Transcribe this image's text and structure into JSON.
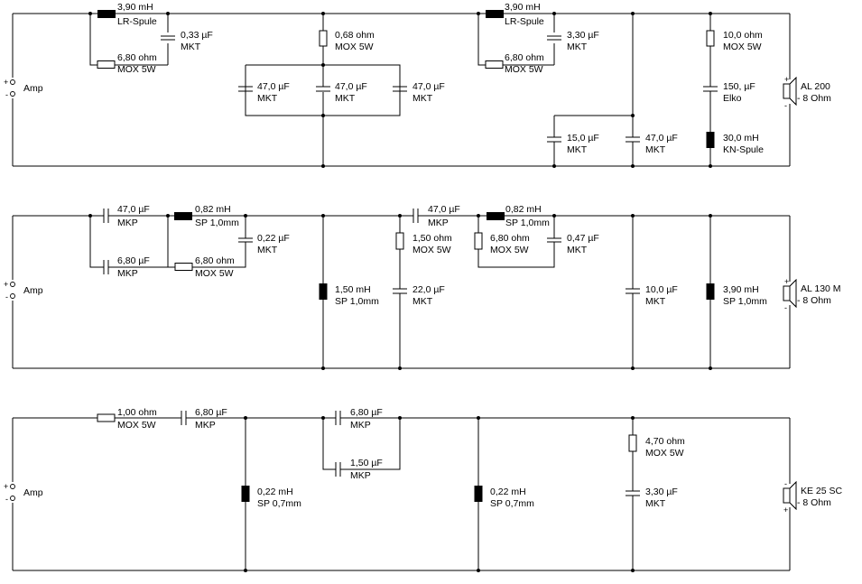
{
  "circuit1": {
    "amp": "Amp",
    "plus": "+",
    "minus": "-",
    "l1": {
      "value": "3,90 mH",
      "type": "LR-Spule"
    },
    "r1": {
      "value": "6,80 ohm",
      "type": "MOX 5W"
    },
    "c1": {
      "value": "0,33 µF",
      "type": "MKT"
    },
    "r2": {
      "value": "0,68 ohm",
      "type": "MOX 5W"
    },
    "c2": {
      "value": "47,0 µF",
      "type": "MKT"
    },
    "c3": {
      "value": "47,0 µF",
      "type": "MKT"
    },
    "c4": {
      "value": "47,0 µF",
      "type": "MKT"
    },
    "l2": {
      "value": "3,90 mH",
      "type": "LR-Spule"
    },
    "c5": {
      "value": "3,30 µF",
      "type": "MKT"
    },
    "r3": {
      "value": "6,80 ohm",
      "type": "MOX 5W"
    },
    "c6": {
      "value": "15,0 µF",
      "type": "MKT"
    },
    "c7": {
      "value": "47,0 µF",
      "type": "MKT"
    },
    "r4": {
      "value": "10,0 ohm",
      "type": "MOX 5W"
    },
    "c8": {
      "value": "150, µF",
      "type": "Elko"
    },
    "l3": {
      "value": "30,0 mH",
      "type": "KN-Spule"
    },
    "speaker": {
      "name": "AL 200",
      "impedance": "- 8 Ohm"
    }
  },
  "circuit2": {
    "amp": "Amp",
    "plus": "+",
    "minus": "-",
    "c1": {
      "value": "47,0 µF",
      "type": "MKP"
    },
    "c2": {
      "value": "6,80 µF",
      "type": "MKP"
    },
    "l1": {
      "value": "0,82 mH",
      "type": "SP 1,0mm"
    },
    "r1": {
      "value": "6,80 ohm",
      "type": "MOX 5W"
    },
    "c3": {
      "value": "0,22 µF",
      "type": "MKT"
    },
    "l2": {
      "value": "1,50 mH",
      "type": "SP 1,0mm"
    },
    "c4": {
      "value": "47,0 µF",
      "type": "MKP"
    },
    "r2": {
      "value": "1,50 ohm",
      "type": "MOX 5W"
    },
    "c5": {
      "value": "22,0 µF",
      "type": "MKT"
    },
    "l3": {
      "value": "0,82 mH",
      "type": "SP 1,0mm"
    },
    "r3": {
      "value": "6,80 ohm",
      "type": "MOX 5W"
    },
    "c6": {
      "value": "0,47 µF",
      "type": "MKT"
    },
    "c7": {
      "value": "10,0 µF",
      "type": "MKT"
    },
    "l4": {
      "value": "3,90 mH",
      "type": "SP 1,0mm"
    },
    "speaker": {
      "name": "AL 130 M",
      "impedance": "- 8 Ohm"
    }
  },
  "circuit3": {
    "amp": "Amp",
    "plus": "+",
    "minus": "-",
    "r1": {
      "value": "1,00 ohm",
      "type": "MOX 5W"
    },
    "c1": {
      "value": "6,80 µF",
      "type": "MKP"
    },
    "l1": {
      "value": "0,22 mH",
      "type": "SP 0,7mm"
    },
    "c2": {
      "value": "6,80 µF",
      "type": "MKP"
    },
    "c3": {
      "value": "1,50 µF",
      "type": "MKP"
    },
    "l2": {
      "value": "0,22 mH",
      "type": "SP 0,7mm"
    },
    "r2": {
      "value": "4,70 ohm",
      "type": "MOX 5W"
    },
    "c4": {
      "value": "3,30 µF",
      "type": "MKT"
    },
    "speaker": {
      "name": "KE 25 SC",
      "impedance": "- 8 Ohm"
    }
  }
}
